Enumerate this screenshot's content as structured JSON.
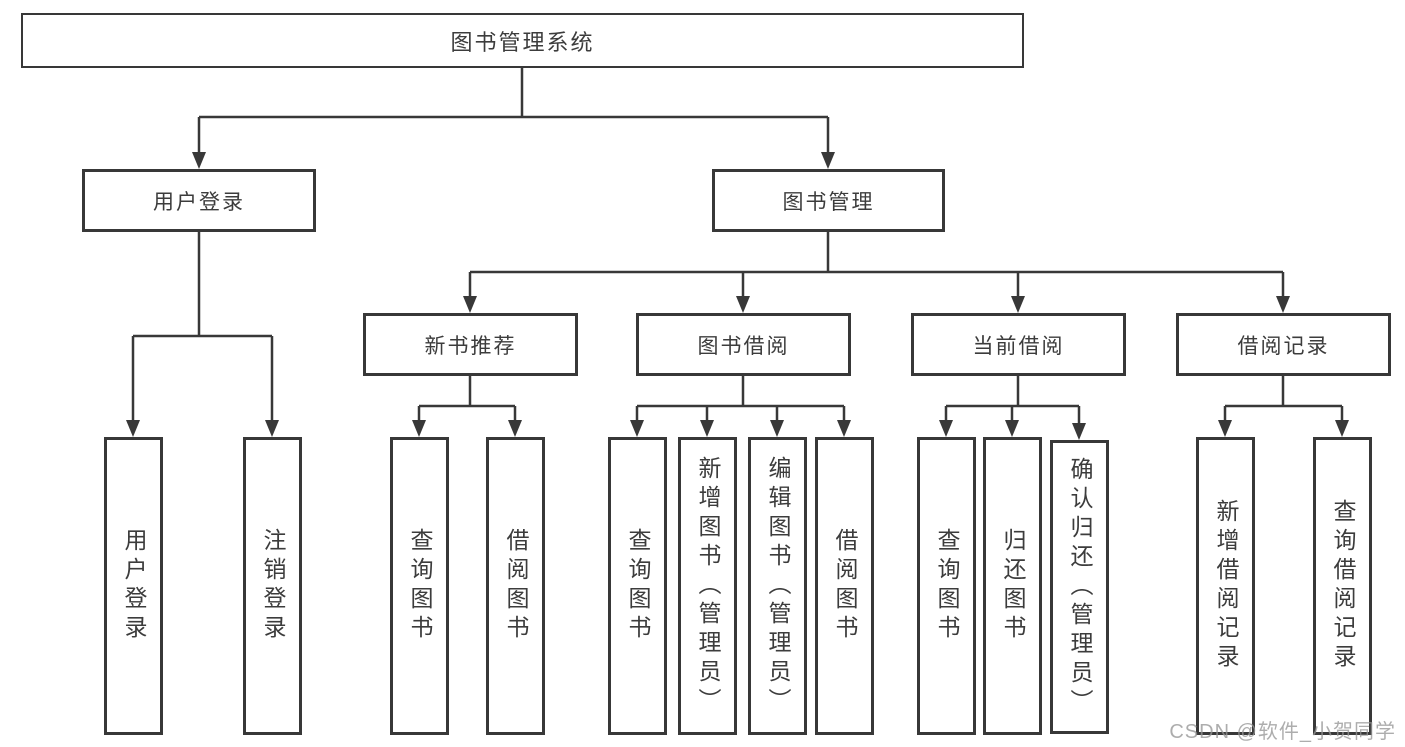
{
  "diagram": {
    "title": "图书管理系统",
    "user_login": {
      "label": "用户登录",
      "children": [
        "用户登录",
        "注销登录"
      ]
    },
    "book_management": {
      "label": "图书管理",
      "modules": {
        "new_book_recommend": {
          "label": "新书推荐",
          "children": [
            "查询图书",
            "借阅图书"
          ]
        },
        "book_borrowing": {
          "label": "图书借阅",
          "children": [
            "查询图书",
            "新增图书（管理员）",
            "编辑图书（管理员）",
            "借阅图书"
          ]
        },
        "current_borrowing": {
          "label": "当前借阅",
          "children": [
            "查询图书",
            "归还图书",
            "确认归还（管理员）"
          ]
        },
        "borrowing_records": {
          "label": "借阅记录",
          "children": [
            "新增借阅记录",
            "查询借阅记录"
          ]
        }
      }
    }
  },
  "watermark": "CSDN @软件_小贺同学",
  "colors": {
    "line": "#383838",
    "box_border": "#383838",
    "box_fill": "#ffffff",
    "text": "#3c3c3c",
    "watermark": "#969696"
  }
}
